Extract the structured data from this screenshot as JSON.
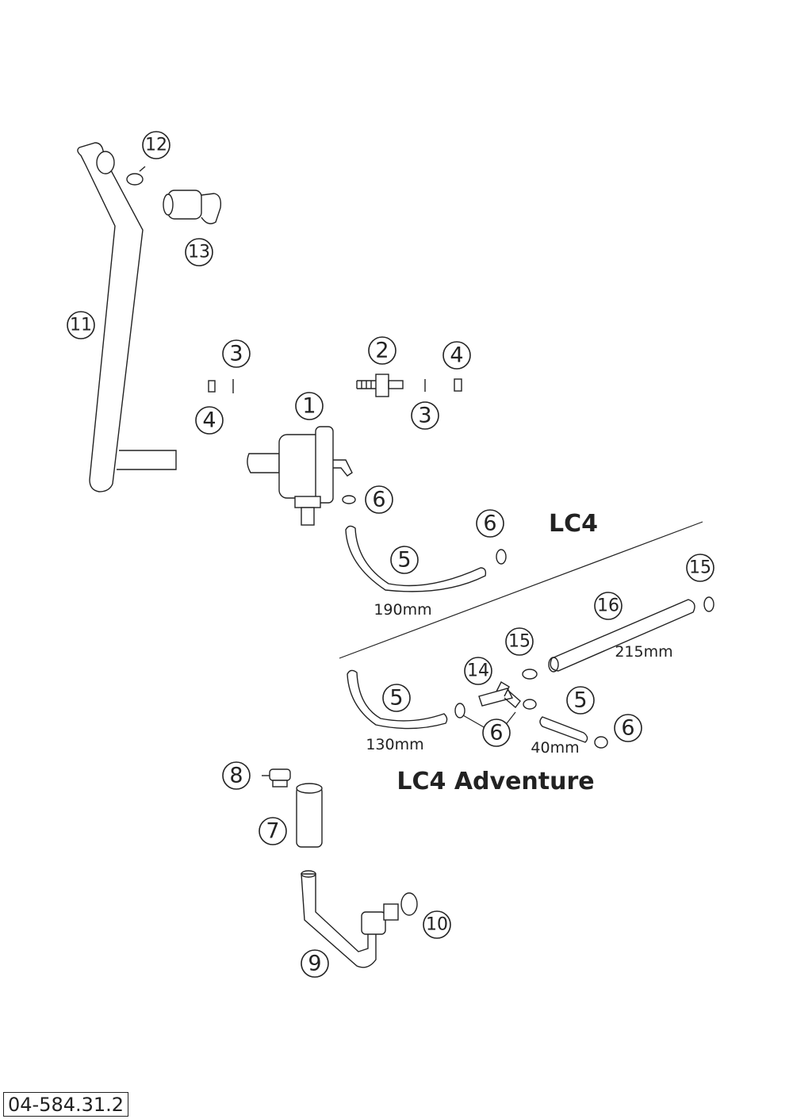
{
  "diagram": {
    "variant_labels": {
      "lc4": "LC4",
      "lc4_adventure": "LC4 Adventure"
    },
    "dimensions": {
      "hose_lc4": "190mm",
      "hose_adv_long": "215mm",
      "hose_adv_main": "130mm",
      "hose_adv_short": "40mm"
    },
    "callouts": {
      "c1": "1",
      "c2": "2",
      "c3a": "3",
      "c3b": "3",
      "c4a": "4",
      "c4b": "4",
      "c5a": "5",
      "c5b": "5",
      "c5c": "5",
      "c6a": "6",
      "c6b": "6",
      "c6c": "6",
      "c6d": "6",
      "c7": "7",
      "c8": "8",
      "c9": "9",
      "c10": "10",
      "c11": "11",
      "c12": "12",
      "c13": "13",
      "c14": "14",
      "c15a": "15",
      "c15b": "15",
      "c16": "16"
    }
  },
  "footer": {
    "drawing_number": "04-584.31.2"
  }
}
